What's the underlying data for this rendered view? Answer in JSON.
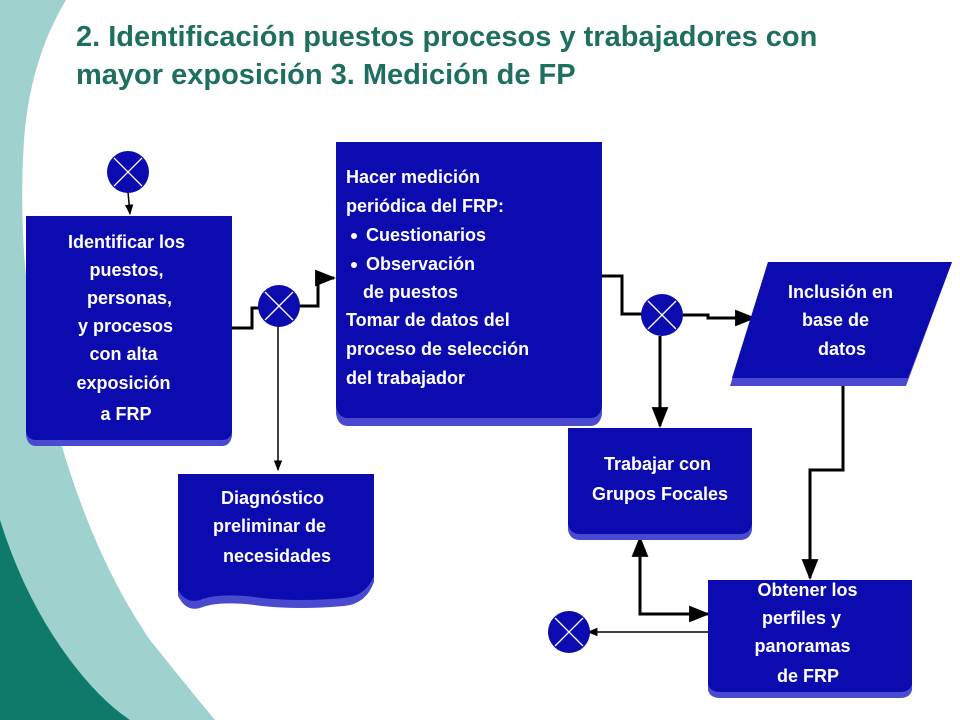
{
  "title": {
    "line1": "2. Identificación puestos procesos y trabajadores con",
    "line2": "mayor exposición  3. Medición de FP"
  },
  "nodes": {
    "identificar": [
      "Identificar los",
      "puestos,",
      "personas,",
      "y procesos",
      "con alta",
      "exposición",
      "a FRP"
    ],
    "diagnostico": [
      "Diagnóstico",
      "preliminar de",
      "necesidades"
    ],
    "medicion": {
      "line1": "Hacer medición",
      "line2": "periódica del FRP:",
      "bullet1": "Cuestionarios",
      "bullet2a": "Observación",
      "bullet2b": "de puestos",
      "line3": "Tomar de datos del",
      "line4": "proceso de selección",
      "line5": "del trabajador"
    },
    "inclusion": [
      "Inclusión en",
      "base de",
      "datos"
    ],
    "grupos": [
      "Trabajar con",
      "Grupos Focales"
    ],
    "obtener": [
      "Obtener los",
      "perfiles y",
      "panoramas",
      "de FRP"
    ]
  },
  "colors": {
    "title": "#1f6f60",
    "box": "#0b0bb0",
    "box_shadow": "#4a4ad0",
    "connector": "#0b0bb0",
    "line": "#000000",
    "teal_dark": "#0f7a69",
    "teal_light": "#9fd2cf"
  },
  "icons": {
    "connector": "or-connector-circle-x",
    "corner": "teal-swoosh-decoration"
  }
}
